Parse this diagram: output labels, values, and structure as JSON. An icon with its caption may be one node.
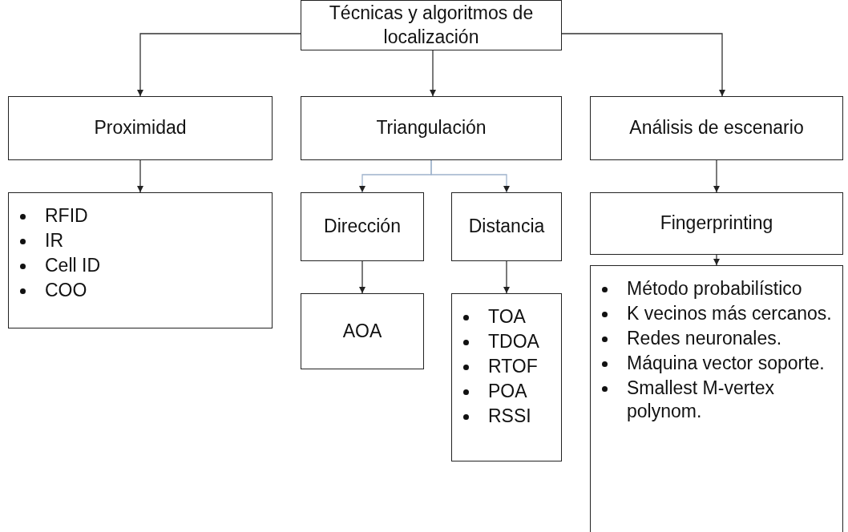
{
  "diagram": {
    "nodes": [
      {
        "text": [
          "Técnicas y algoritmos de localización"
        ]
      },
      {
        "text": [
          "Proximidad"
        ]
      },
      {
        "text": [
          "Triangulación"
        ]
      },
      {
        "text": [
          "Análisis de escenario"
        ]
      },
      {
        "text": [
          "RFID",
          "IR",
          "Cell ID",
          "COO"
        ]
      },
      {
        "text": [
          "Dirección"
        ]
      },
      {
        "text": [
          "Distancia"
        ]
      },
      {
        "text": [
          "AOA"
        ]
      },
      {
        "text": [
          "TOA",
          "TDOA",
          "RTOF",
          "POA",
          "RSSI"
        ]
      },
      {
        "text": [
          "Fingerprinting"
        ]
      },
      {
        "text": [
          "Método probabilístico",
          "K vecinos más cercanos.",
          "Redes neuronales.",
          "Máquina vector soporte.",
          "Smallest M-vertex polynom."
        ]
      }
    ],
    "edges": [
      {
        "from": 0,
        "to": 1,
        "arrow": "to"
      },
      {
        "from": 0,
        "to": 2,
        "arrow": "to"
      },
      {
        "from": 0,
        "to": 3,
        "arrow": "to"
      },
      {
        "from": 1,
        "to": 4,
        "arrow": "to"
      },
      {
        "from": 2,
        "to": 5,
        "arrow": "to",
        "color": "#9fb3cc"
      },
      {
        "from": 2,
        "to": 6,
        "arrow": "to",
        "color": "#9fb3cc"
      },
      {
        "from": 5,
        "to": 7,
        "arrow": "to"
      },
      {
        "from": 6,
        "to": 8,
        "arrow": "to"
      },
      {
        "from": 3,
        "to": 9,
        "arrow": "to"
      },
      {
        "from": 9,
        "to": 10,
        "arrow": "to"
      }
    ]
  }
}
